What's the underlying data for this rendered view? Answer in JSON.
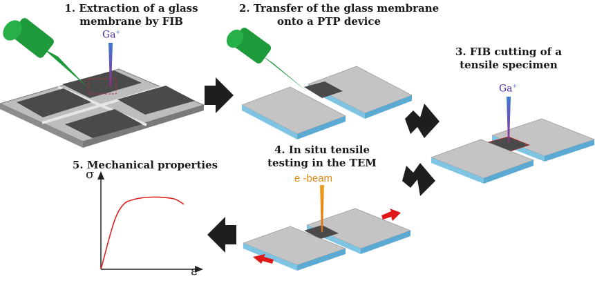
{
  "steps": [
    {
      "number": "1.",
      "lines": [
        "Extraction of a glass",
        "membrane by FIB"
      ]
    },
    {
      "number": "2.",
      "lines": [
        "Transfer of the glass membrane",
        "onto a PTP device"
      ]
    },
    {
      "number": "3.",
      "lines": [
        "FIB cutting of a",
        "tensile specimen"
      ]
    },
    {
      "number": "4.",
      "lines": [
        "In situ tensile",
        "testing in the TEM"
      ]
    },
    {
      "number": "5.",
      "lines": [
        "Mechanical properties"
      ]
    }
  ],
  "labels": {
    "ion_beam_1": "Ga",
    "ion_beam_3": "Ga",
    "ion_charge": "+",
    "electron_beam": "e -beam",
    "y_axis": "σ",
    "x_axis": "ε"
  },
  "colors": {
    "plate_top": "#c4c4c4",
    "plate_side": "#6ab6dc",
    "membrane": "#4a4a4a",
    "manipulator": "#1f9a3a",
    "curve": "#e02020",
    "arrow": "#1e1e1e",
    "force_arrow": "#e01818"
  }
}
